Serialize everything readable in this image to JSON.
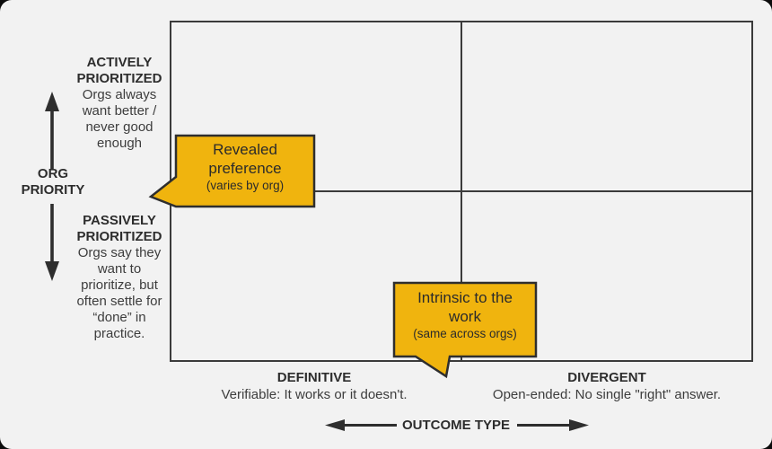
{
  "colors": {
    "background": "#f2f2f2",
    "line": "#3b3b3b",
    "callout_fill": "#f0b40e",
    "callout_stroke": "#2e2e2e",
    "text_primary": "#2d2d2d",
    "text_secondary": "#3d3d3d"
  },
  "y_axis": {
    "label": "ORG PRIORITY",
    "top": {
      "title": "ACTIVELY PRIORITIZED",
      "description": "Orgs always want better / never good enough"
    },
    "bottom": {
      "title": "PASSIVELY PRIORITIZED",
      "description": "Orgs say they want to prioritize, but often settle for “done” in practice."
    }
  },
  "x_axis": {
    "label": "OUTCOME TYPE",
    "left": {
      "title": "DEFINITIVE",
      "description": "Verifiable: It works or it doesn't."
    },
    "right": {
      "title": "DIVERGENT",
      "description": "Open-ended: No single \"right\" answer."
    }
  },
  "callouts": {
    "revealed": {
      "title": "Revealed preference",
      "subtitle": "(varies by org)"
    },
    "intrinsic": {
      "title": "Intrinsic to the work",
      "subtitle": "(same across orgs)"
    }
  }
}
